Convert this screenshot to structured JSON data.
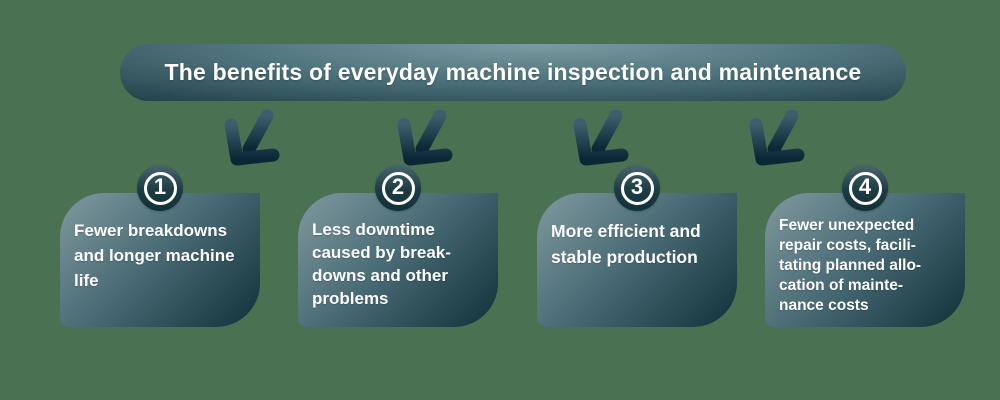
{
  "banner": {
    "title": "The benefits of everyday machine inspection and maintenance"
  },
  "icons": {
    "arrow": "arrow-down-left"
  },
  "cards": [
    {
      "number": "1",
      "text": "Fewer breakdowns\nand longer machine\nlife"
    },
    {
      "number": "2",
      "text": "Less downtime\ncaused by break-\ndowns and other\nproblems"
    },
    {
      "number": "3",
      "text": "More efficient and\nstable production"
    },
    {
      "number": "4",
      "text": "Fewer unexpected\nrepair costs, facili-\ntating planned allo-\ncation of mainte-\nnance costs"
    }
  ],
  "colors": {
    "background": "#4a7151",
    "banner_dark": "#16343c",
    "banner_light": "#7b9ca2",
    "card_light": "#81999f",
    "card_dark": "#11303a",
    "arrow_light": "#3c5e6d",
    "arrow_dark": "#0b2634",
    "text": "#ffffff"
  }
}
